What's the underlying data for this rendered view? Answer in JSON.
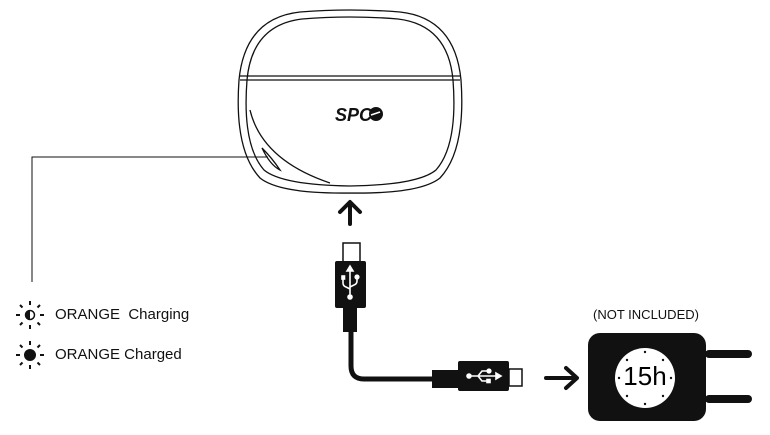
{
  "case": {
    "logo": "SPC"
  },
  "legend": [
    {
      "icon": "half-filled-led-icon",
      "label": "ORANGE  Charging"
    },
    {
      "icon": "filled-led-icon",
      "label": "ORANGE Charged"
    }
  ],
  "charger": {
    "note": "(NOT INCLUDED)",
    "time": "15h"
  }
}
